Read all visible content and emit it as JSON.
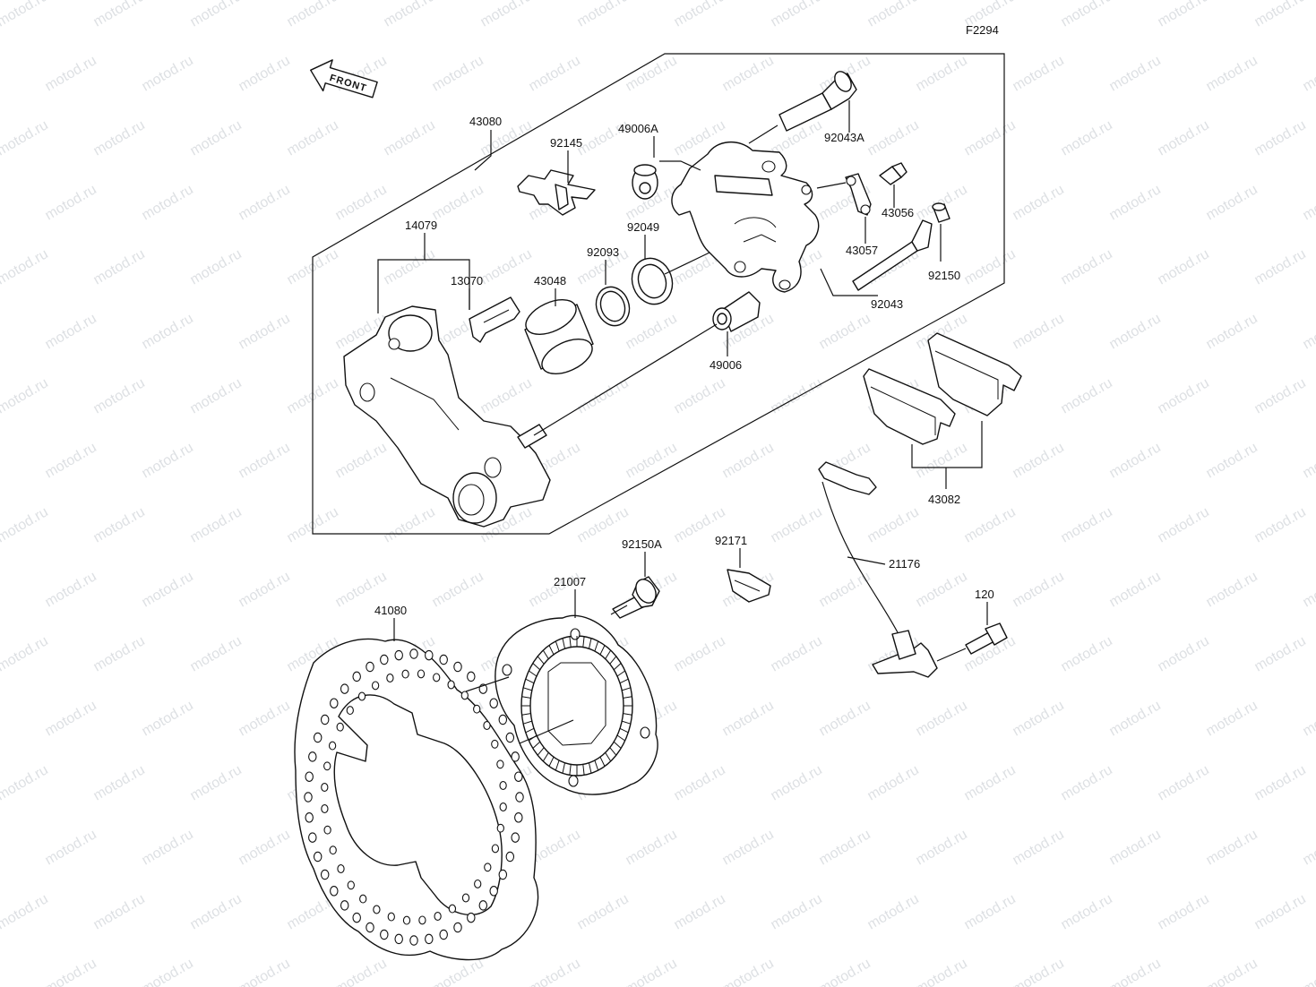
{
  "figure_code": "F2294",
  "front_label": "FRONT",
  "watermark_text": "motod.ru",
  "parts": {
    "p43080": "43080",
    "p92145": "92145",
    "p49006A": "49006A",
    "p92043A": "92043A",
    "p43056": "43056",
    "p14079": "14079",
    "p13070": "13070",
    "p43048": "43048",
    "p92093": "92093",
    "p92049": "92049",
    "p43057": "43057",
    "p92150": "92150",
    "p92043": "92043",
    "p49006": "49006",
    "p43082": "43082",
    "p92150A": "92150A",
    "p92171": "92171",
    "p21007": "21007",
    "p21176": "21176",
    "p41080": "41080",
    "p120": "120"
  }
}
